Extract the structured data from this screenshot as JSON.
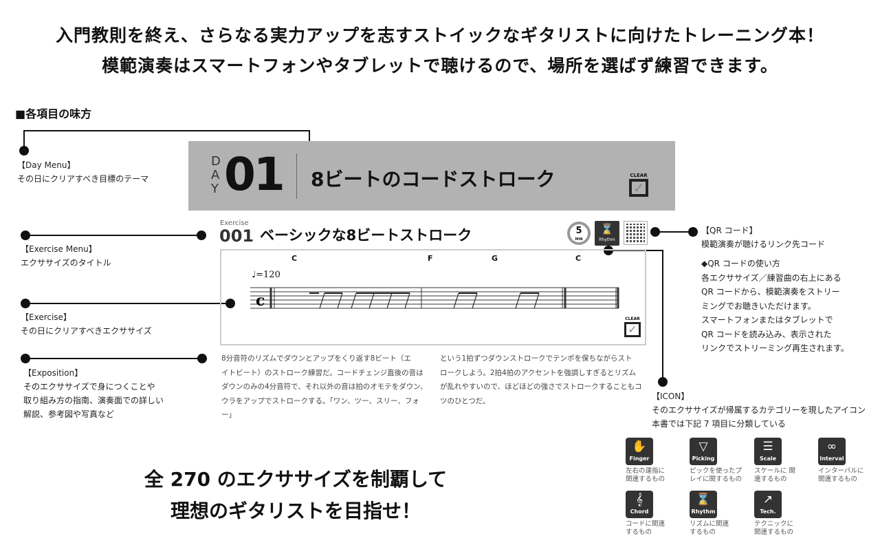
{
  "headline": {
    "line1": "入門教則を終え、さらなる実力アップを志すストイックなギタリストに向けたトレーニング本！",
    "line2": "模範演奏はスマートフォンやタブレットで聴けるので、場所を選ばず練習できます。"
  },
  "section_title": "■各項目の味方",
  "annotations": {
    "day_menu": {
      "title": "【Day Menu】",
      "desc": "その日にクリアすべき目標のテーマ"
    },
    "exercise_menu": {
      "title": "【Exercise Menu】",
      "desc": "エクササイズのタイトル"
    },
    "exercise": {
      "title": "【Exercise】",
      "desc": "その日にクリアすべきエクササイズ"
    },
    "exposition": {
      "title": "【Exposition】",
      "lines": [
        "そのエクササイズで身につくことや",
        "取り組み方の指南、演奏面での詳しい",
        "解説、参考図や写真など"
      ]
    },
    "qr": {
      "title": "【QR コード】",
      "desc": "模範演奏が聴けるリンク先コード",
      "usage_title": "◆QR コードの使い方",
      "usage_lines": [
        "各エクササイズ／練習曲の右上にある",
        "QR コードから、模範演奏をストリー",
        "ミングでお聴きいただけます。",
        "スマートフォンまたはタブレットで",
        "QR コードを読み込み、表示された",
        "リンクでストリーミング再生されます。"
      ]
    },
    "icon": {
      "title": "【ICON】",
      "desc1": "そのエクササイズが帰属するカテゴリーを現したアイコン",
      "desc2": "本書では下記 7 項目に分類している"
    }
  },
  "day": {
    "label": "DAY",
    "number": "01",
    "title": "8ビートのコードストローク",
    "clear": "CLEAR"
  },
  "exercise": {
    "label": "Exercise",
    "number": "001",
    "title": "ベーシックな8ビートストローク",
    "minutes": "5",
    "minutes_unit": "MIN",
    "category": "Rhythm",
    "clear": "CLEAR",
    "tempo": "♩=120",
    "chords": [
      "C",
      "F",
      "G",
      "C"
    ]
  },
  "exposition": {
    "col1": [
      "8分音符のリズムでダウンとアップをくり返す8ビート（エ",
      "イトビート）のストローク練習だ。コードチェンジ直後の音は",
      "ダウンのみの4分音符で、それ以外の音は拍のオモテをダウン、",
      "ウラをアップでストロークする。「ワン、ツー、スリー、フォー」"
    ],
    "col2": [
      "という1拍ずつダウンストロークでテンポを保ちながらスト",
      "ロークしよう。2拍4拍のアクセントを強調しすぎるとリズム",
      "が乱れやすいので、ほどほどの強さでストロークすることもコ",
      "ツのひとつだ。"
    ]
  },
  "slogan": {
    "line1": "全 270 のエクササイズを制覇して",
    "line2": "理想のギタリストを目指せ！"
  },
  "icons": [
    {
      "name": "Finger",
      "glyph": "✋",
      "caption": [
        "左右の運指に",
        "関連するもの"
      ]
    },
    {
      "name": "Picking",
      "glyph": "▽",
      "caption": [
        "ピックを使ったプ",
        "レイに関するもの"
      ]
    },
    {
      "name": "Scale",
      "glyph": "☰",
      "caption": [
        "スケールに 関",
        "連するもの"
      ]
    },
    {
      "name": "Interval",
      "glyph": "∞",
      "caption": [
        "インターバルに",
        "関連するもの"
      ]
    },
    {
      "name": "Chord",
      "glyph": "𝄞",
      "caption": [
        "コードに関連",
        "するもの"
      ]
    },
    {
      "name": "Rhythm",
      "glyph": "⌛",
      "caption": [
        "リズムに関連",
        "するもの"
      ]
    },
    {
      "name": "Tech.",
      "glyph": "↗",
      "caption": [
        "テクニックに",
        "関連するもの"
      ]
    }
  ]
}
